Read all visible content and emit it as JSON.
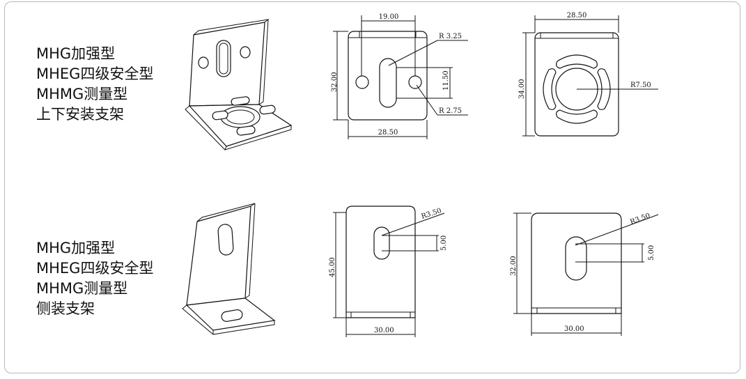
{
  "row1": {
    "title_lines": [
      "MHG加强型",
      "MHEG四级安全型",
      "MHMG测量型",
      "上下安装支架"
    ],
    "front_view": {
      "top_width": "19.00",
      "bottom_width": "28.50",
      "height": "32.00",
      "slot_offset": "11.50",
      "radius_top": "R 3.25",
      "radius_bottom": "R 2.75"
    },
    "plan_view": {
      "top_width": "28.50",
      "height": "34.00",
      "radius": "R7.50"
    }
  },
  "row2": {
    "title_lines": [
      "MHG加强型",
      "MHEG四级安全型",
      "MHMG测量型",
      "侧装支架"
    ],
    "view_a": {
      "height": "45.00",
      "width": "30.00",
      "radius": "R3.50",
      "slot": "5.00"
    },
    "view_b": {
      "height": "32.00",
      "width": "30.00",
      "radius": "R3.50",
      "slot": "5.00"
    }
  },
  "colors": {
    "border": "#b9b9b9",
    "line": "#111111"
  }
}
